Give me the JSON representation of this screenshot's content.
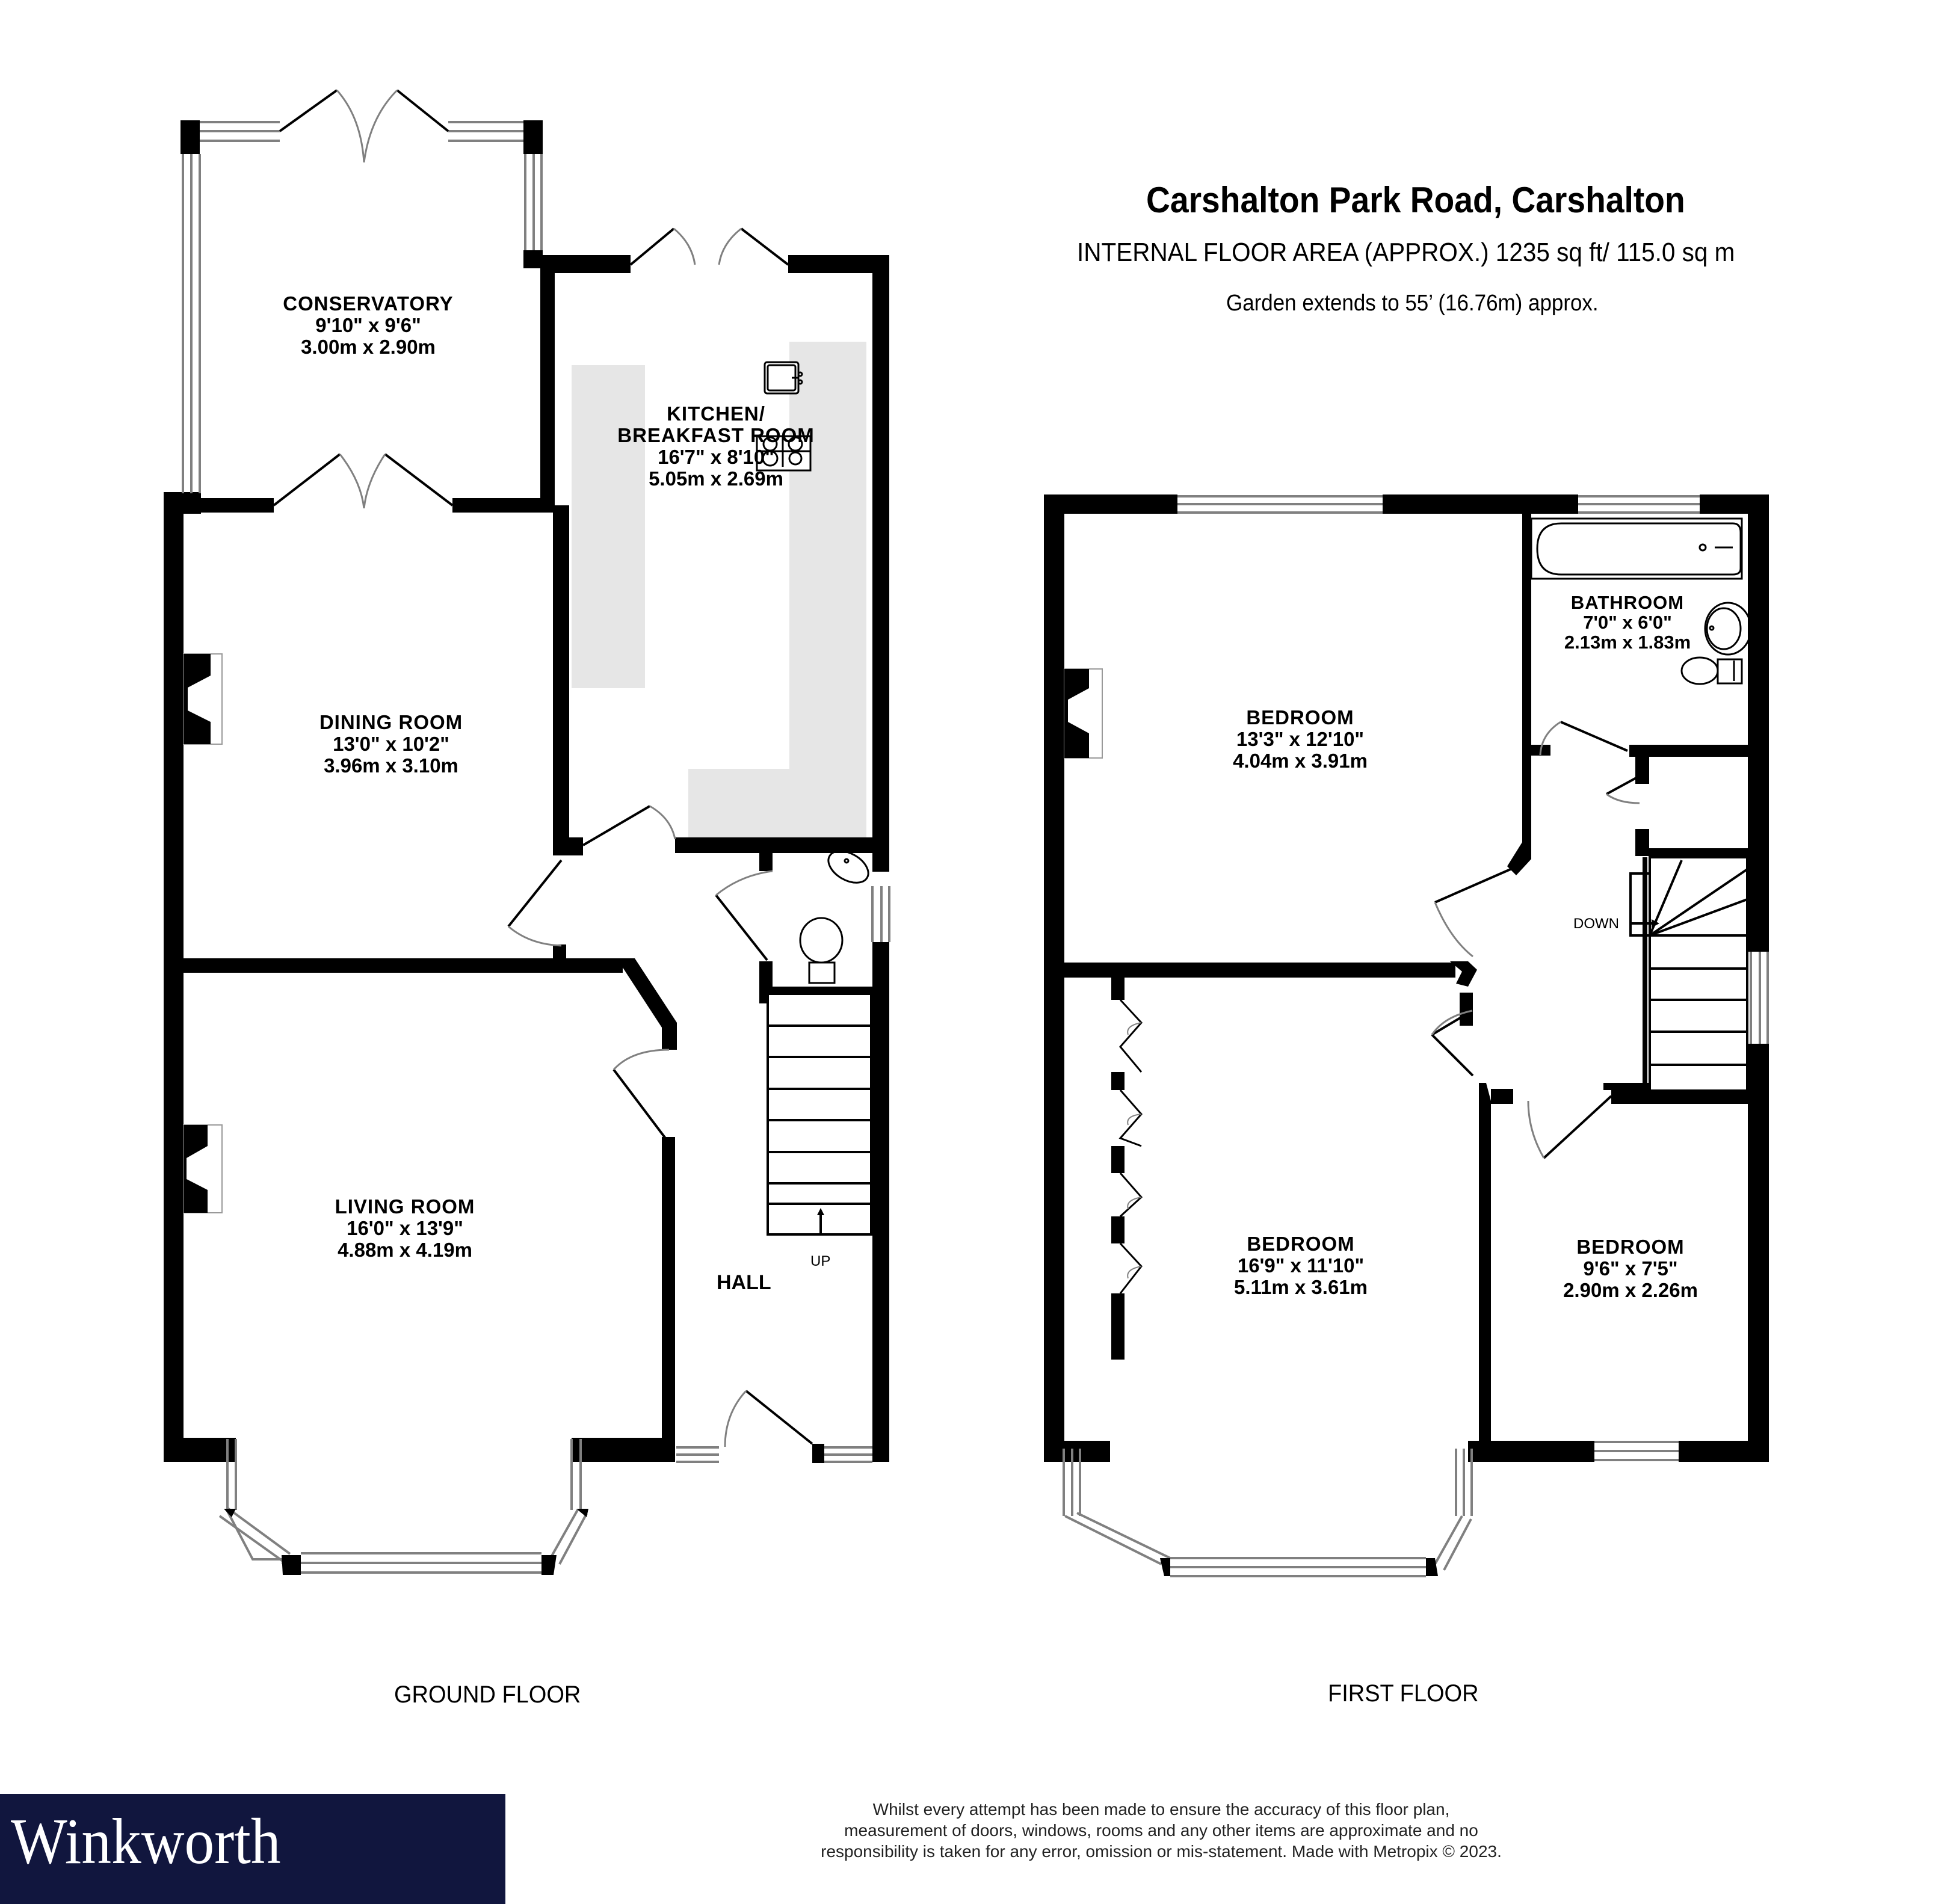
{
  "header": {
    "title": "Carshalton Park Road, Carshalton",
    "floor_area": "INTERNAL FLOOR AREA (APPROX.) 1235 sq ft/ 115.0 sq m",
    "garden": "Garden extends to 55’ (16.76m) approx."
  },
  "ground_floor": {
    "label": "GROUND FLOOR",
    "rooms": {
      "conservatory": {
        "name": "CONSERVATORY",
        "imperial": "9'10\"  x 9'6\"",
        "metric": "3.00m  x 2.90m"
      },
      "kitchen": {
        "name_line1": "KITCHEN/",
        "name_line2": "BREAKFAST ROOM",
        "imperial": "16'7\"  x 8'10\"",
        "metric": "5.05m  x 2.69m"
      },
      "dining": {
        "name": "DINING ROOM",
        "imperial": "13'0\"  x 10'2\"",
        "metric": "3.96m  x 3.10m"
      },
      "living": {
        "name": "LIVING ROOM",
        "imperial": "16'0\"  x 13'9\"",
        "metric": "4.88m  x 4.19m"
      },
      "hall": {
        "name": "HALL"
      }
    },
    "stairs_label": "UP"
  },
  "first_floor": {
    "label": "FIRST FLOOR",
    "rooms": {
      "bedroom1": {
        "name": "BEDROOM",
        "imperial": "13'3\"  x 12'10\"",
        "metric": "4.04m  x 3.91m"
      },
      "bathroom": {
        "name": "BATHROOM",
        "imperial": "7'0\"  x 6'0\"",
        "metric": "2.13m  x 1.83m"
      },
      "bedroom2": {
        "name": "BEDROOM",
        "imperial": "16'9\"  x 11'10\"",
        "metric": "5.11m  x 3.61m"
      },
      "bedroom3": {
        "name": "BEDROOM",
        "imperial": "9'6\"  x 7'5\"",
        "metric": "2.90m  x 2.26m"
      }
    },
    "stairs_label": "DOWN"
  },
  "footer": {
    "brand": "Winkworth",
    "brand_color": "#11163e",
    "disclaimer_line1": "Whilst every attempt has been made to ensure the accuracy of this floor plan,",
    "disclaimer_line2": "measurement of doors, windows, rooms and any other items are approximate and no",
    "disclaimer_line3": "responsibility is taken for any error, omission or mis-statement. Made with Metropix © 2023."
  },
  "colors": {
    "wall": "#000000",
    "window_line": "#808080",
    "worktop": "#e6e6e6",
    "background": "#ffffff"
  }
}
